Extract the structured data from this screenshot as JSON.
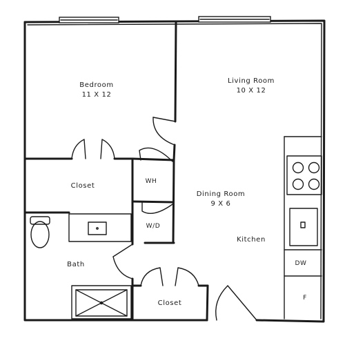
{
  "rooms": {
    "bedroom": {
      "name": "Bedroom",
      "size": "11 X 12"
    },
    "living_room": {
      "name": "Living Room",
      "size": "10 X 12"
    },
    "dining_room": {
      "name": "Dining Room",
      "size": "9 X 6"
    },
    "closet_bedroom": {
      "name": "Closet"
    },
    "closet_entry": {
      "name": "Closet"
    },
    "bath": {
      "name": "Bath"
    },
    "kitchen": {
      "name": "Kitchen"
    },
    "wh": {
      "name": "WH"
    },
    "wd": {
      "name": "W/D"
    },
    "dw": {
      "name": "DW"
    },
    "fridge": {
      "name": "F"
    }
  }
}
